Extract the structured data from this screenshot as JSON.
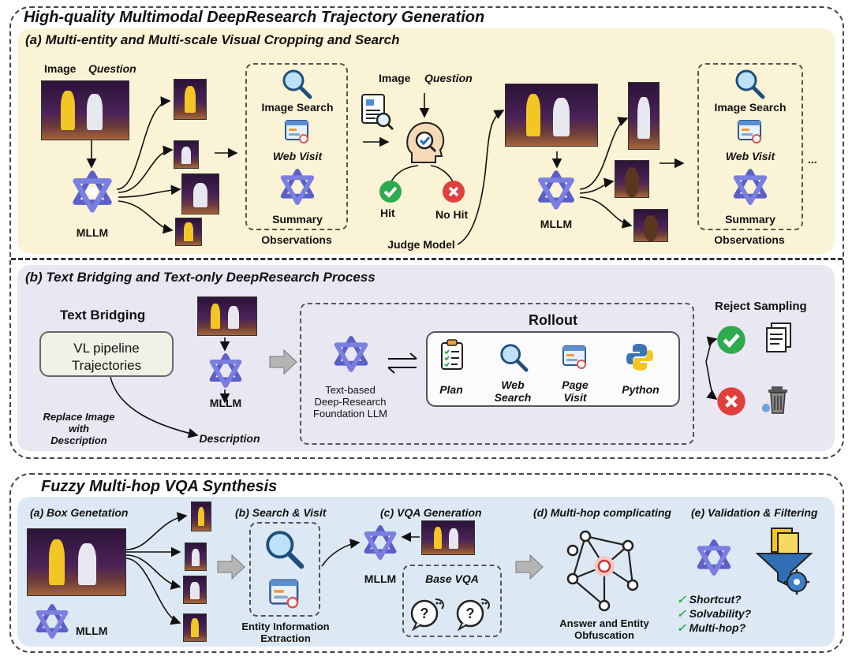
{
  "top": {
    "title": "High-quality Multimodal DeepResearch Trajectory Generation",
    "panel_a": {
      "title": "(a) Multi-entity and Multi-scale Visual Cropping and Search",
      "image_label": "Image",
      "question_label": "Question",
      "mllm_label": "MLLM",
      "obs_image_search": "Image Search",
      "obs_web_visit": "Web Visit",
      "obs_summary": "Summary",
      "observations": "Observations",
      "judge_image": "Image",
      "judge_question": "Question",
      "hit": "Hit",
      "no_hit": "No Hit",
      "judge_model": "Judge Model",
      "mllm_label_2": "MLLM",
      "obs2_image_search": "Image Search",
      "obs2_web_visit": "Web Visit",
      "obs2_summary": "Summary",
      "observations_2": "Observations",
      "ellipsis": "..."
    },
    "panel_b": {
      "title": "(b) Text Bridging and Text-only DeepResearch Process",
      "text_bridging": "Text Bridging",
      "vl_pipeline": "VL pipeline",
      "trajectories": "Trajectories",
      "replace_1": "Replace Image",
      "replace_2": "with",
      "replace_3": "Description",
      "mllm": "MLLM",
      "description": "Description",
      "llm_1": "Text-based",
      "llm_2": "Deep-Research",
      "llm_3": "Foundation LLM",
      "rollout": "Rollout",
      "plan": "Plan",
      "web_search_1": "Web",
      "web_search_2": "Search",
      "page_visit_1": "Page",
      "page_visit_2": "Visit",
      "python": "Python",
      "reject_sampling": "Reject Sampling"
    }
  },
  "bottom": {
    "title": "Fuzzy Multi-hop VQA Synthesis",
    "box_gen": "(a) Box Genetation",
    "mllm": "MLLM",
    "search_visit": "(b) Search & Visit",
    "entity_1": "Entity Information",
    "entity_2": "Extraction",
    "vqa_gen": "(c) VQA Generation",
    "mllm_2": "MLLM",
    "base_vqa": "Base VQA",
    "multihop": "(d) Multi-hop complicating",
    "answer_1": "Answer and Entity",
    "answer_2": "Obfuscation",
    "validation": "(e) Validation & Filtering",
    "checks": [
      "Shortcut?",
      "Solvability?",
      "Multi-hop?"
    ]
  },
  "colors": {
    "panel_a_bg": "#fbf3d6",
    "panel_b_bg": "#e9e7f2",
    "bottom_bg": "#dce9f4",
    "logo": "#5b5fc7",
    "hit_green": "#2eaa4f",
    "nohit_red": "#e0403c"
  }
}
